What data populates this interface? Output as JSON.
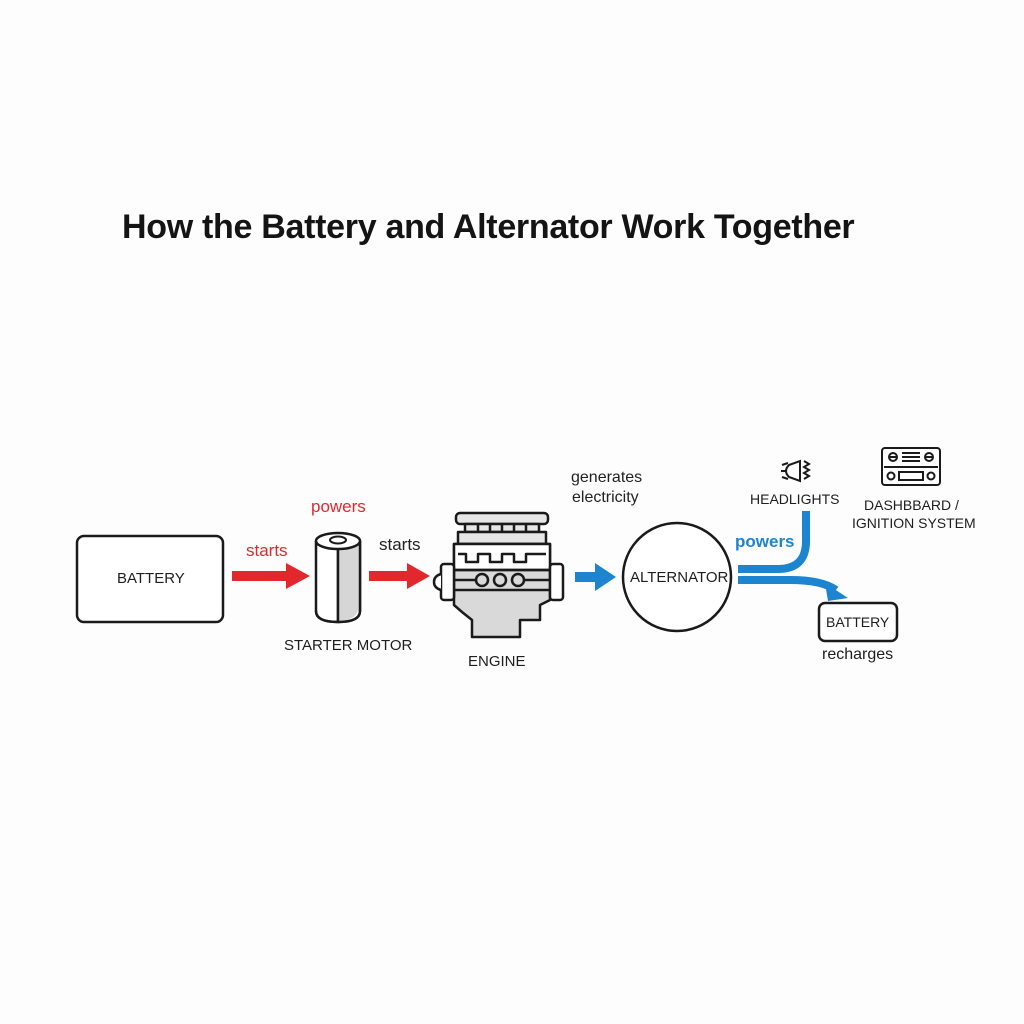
{
  "title": "How the Battery and Alternator Work Together",
  "colors": {
    "red_flow": "#e0282d",
    "blue_flow": "#1d85cf",
    "outline": "#1a1a1a",
    "fill_gray": "#d9d9d9"
  },
  "nodes": {
    "battery": {
      "label": "BATTERY"
    },
    "starter_motor": {
      "label": "STARTER MOTOR"
    },
    "engine": {
      "label": "ENGINE"
    },
    "alternator": {
      "label": "ALTERNATOR"
    },
    "headlights": {
      "label": "HEADLIGHTS",
      "icon": "headlight-icon"
    },
    "dashboard": {
      "label_line1": "DASHBBARD /",
      "label_line2": "IGNITION SYSTEM",
      "icon": "dashboard-radio-icon"
    },
    "battery_small": {
      "label": "BATTERY"
    }
  },
  "edges": {
    "battery_to_starter": {
      "label": "starts"
    },
    "starter_powers": {
      "label": "powers"
    },
    "starter_to_engine": {
      "label": "starts"
    },
    "engine_to_alternator": {
      "label_line1": "generates",
      "label_line2": "electricity"
    },
    "alternator_outputs": {
      "label": "powers"
    },
    "to_battery": {
      "label": "recharges"
    }
  }
}
